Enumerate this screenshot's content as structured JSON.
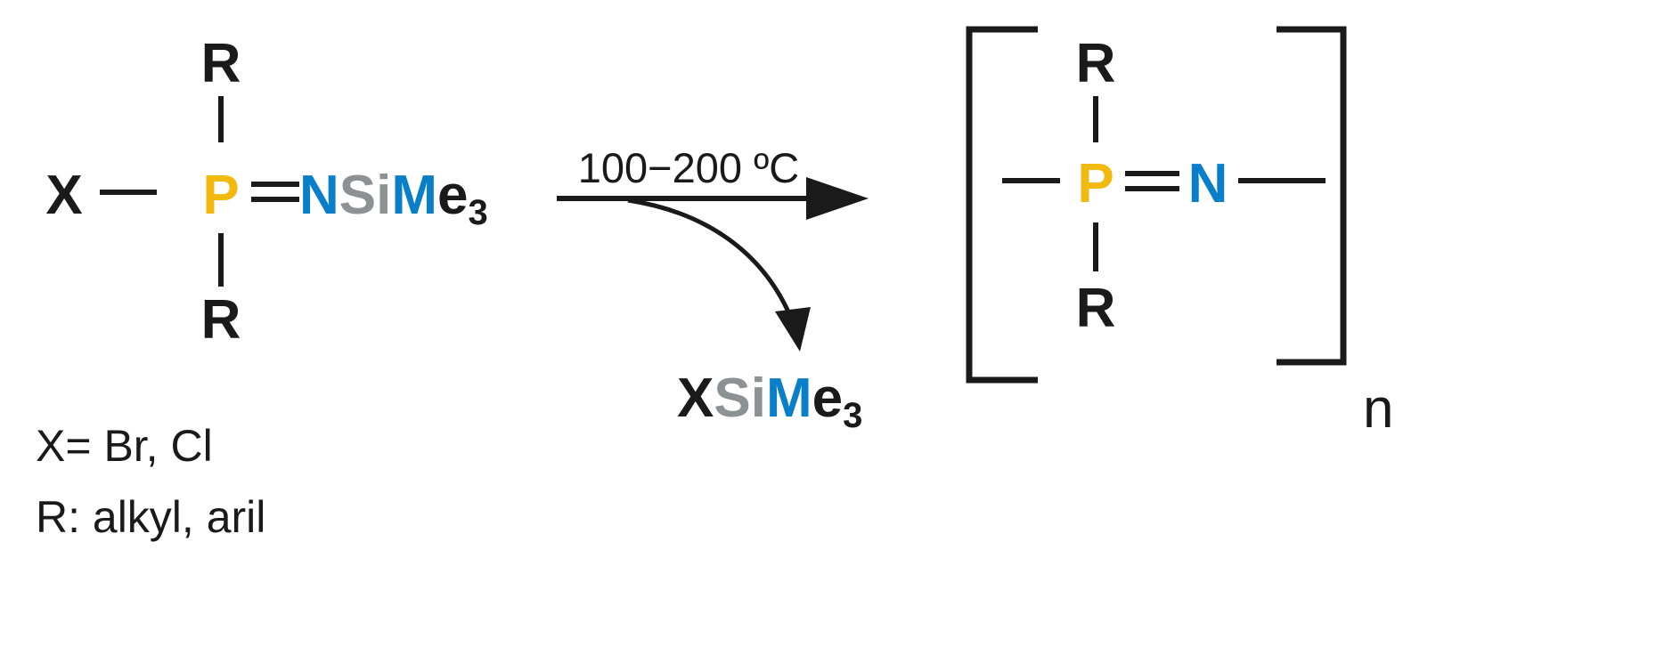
{
  "colors": {
    "bond": "#1a1a1a",
    "text": "#1a1a1a",
    "phosphorus": "#f2b90f",
    "nitrogen": "#0a7fc9",
    "methyl": "#0a7fc9",
    "silicon": "#8c9194"
  },
  "monomer": {
    "x_atom": "X",
    "p_atom": "P",
    "r_top": "R",
    "r_bottom": "R",
    "n_atom": "N",
    "si_atom": "Si",
    "m_atom": "M",
    "e_atom": "e",
    "subscript": "3"
  },
  "reaction": {
    "condition": "100−200 ºC"
  },
  "byproduct": {
    "x_atom": "X",
    "si_atom": "Si",
    "m_atom": "M",
    "e_atom": "e",
    "subscript": "3"
  },
  "polymer": {
    "r_top": "R",
    "r_bottom": "R",
    "p_atom": "P",
    "n_atom": "N",
    "repeat_subscript": "n"
  },
  "legend": {
    "x_definition": "X= Br, Cl",
    "r_definition": "R: alkyl, aril"
  }
}
